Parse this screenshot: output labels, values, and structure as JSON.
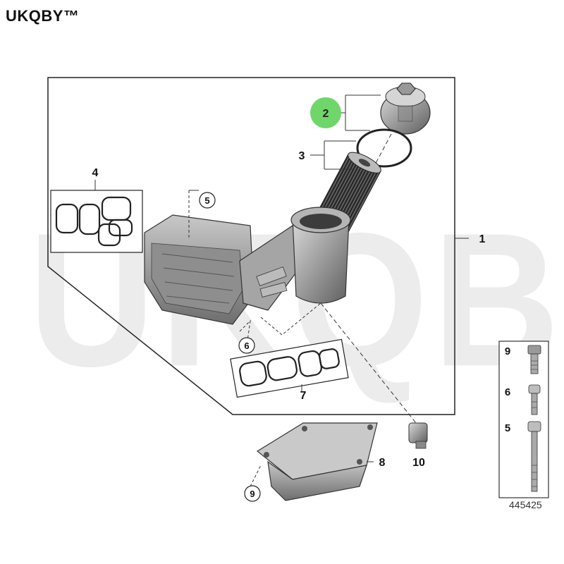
{
  "brand": "UKQBY™",
  "watermark": "UKQBY™",
  "reference_number": "445425",
  "highlight_color": "#6fd66a",
  "callouts": {
    "c1": "1",
    "c2": "2",
    "c3": "3",
    "c4": "4",
    "c5": "5",
    "c6": "6",
    "c7": "7",
    "c8": "8",
    "c9": "9",
    "c10": "10"
  },
  "legend": {
    "items": [
      {
        "label": "9"
      },
      {
        "label": "6"
      },
      {
        "label": "5"
      }
    ]
  }
}
